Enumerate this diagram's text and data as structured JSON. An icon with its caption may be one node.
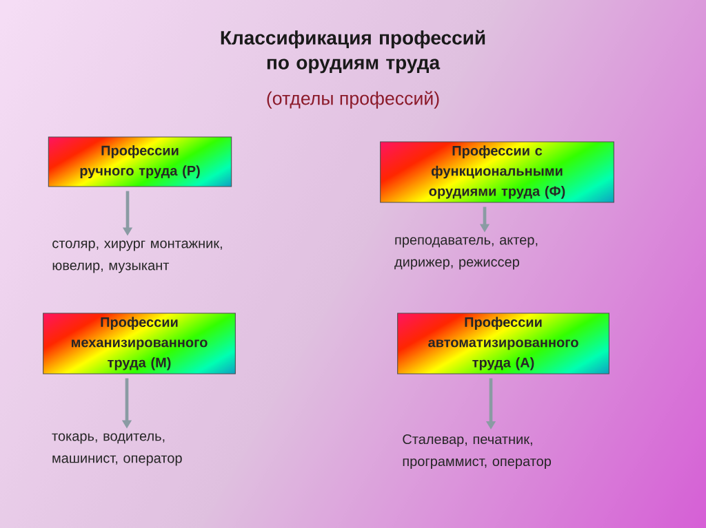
{
  "diagram": {
    "title": "Классификация профессий по орудиям труда",
    "nodes": [
      {
        "text": [
          "Профессии ручного труда (Р)"
        ]
      },
      {
        "text": [
          "Профессии с функциональными орудиями труда (Ф)"
        ]
      },
      {
        "text": [
          "столяр, хирург монтажник, ювелир, музыкант"
        ]
      },
      {
        "text": [
          "преподаватель, актер, дирижер, режиссер"
        ]
      },
      {
        "text": [
          "Профессии механизированного труда (М)"
        ]
      },
      {
        "text": [
          "Профессии автоматизированного труда (А)"
        ]
      },
      {
        "text": [
          "токарь, водитель, машинист, оператор"
        ]
      },
      {
        "text": [
          "Сталевар, печатник, программист, оператор"
        ]
      }
    ],
    "edges": [
      {
        "from": 0,
        "to": 2,
        "arrow": "to"
      },
      {
        "from": 1,
        "to": 3,
        "arrow": "to"
      },
      {
        "from": 4,
        "to": 6,
        "arrow": "to"
      },
      {
        "from": 5,
        "to": 7,
        "arrow": "to"
      }
    ],
    "labels": [
      "(отделы профессий)"
    ]
  }
}
